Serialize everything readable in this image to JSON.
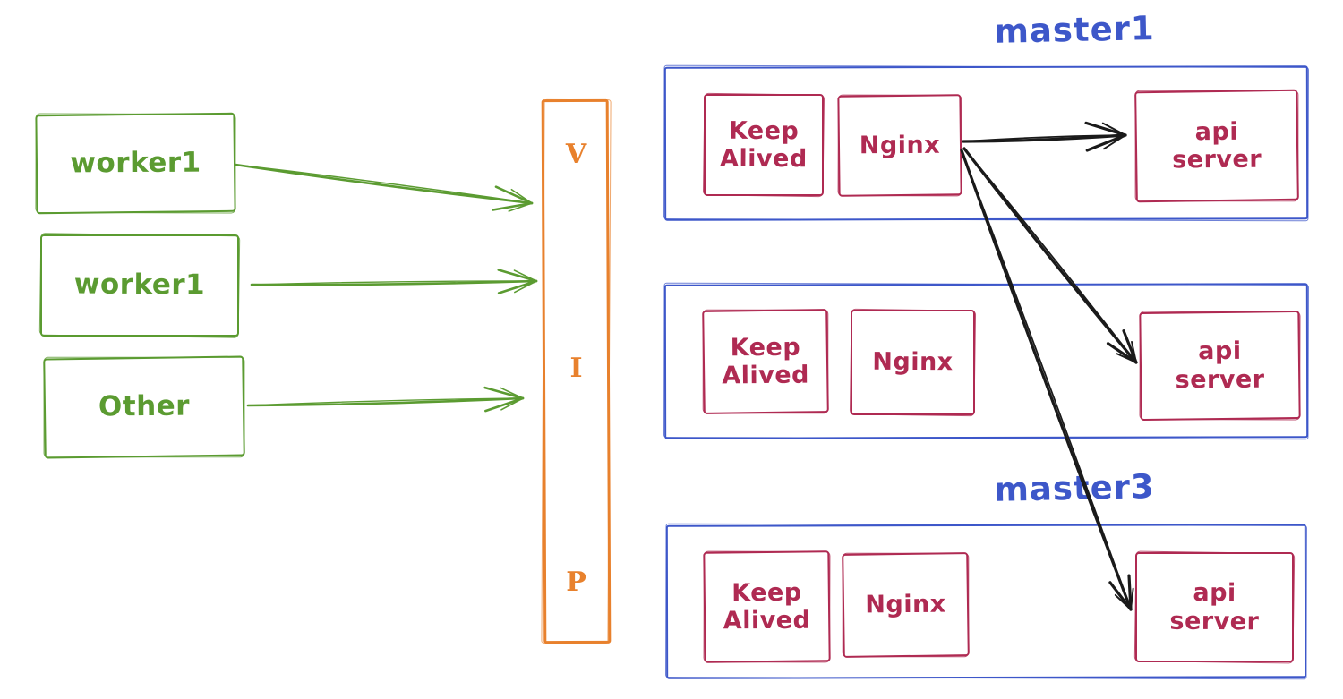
{
  "diagram": {
    "workers": [
      {
        "id": "worker1-a",
        "label": "worker1"
      },
      {
        "id": "worker1-b",
        "label": "worker1"
      },
      {
        "id": "other",
        "label": "Other"
      }
    ],
    "vip": {
      "letters": [
        "V",
        "I",
        "P"
      ]
    },
    "clusters": [
      {
        "id": "master1",
        "title": "master1",
        "nodes": [
          {
            "id": "keepalived-1",
            "label": "Keep\nAlived"
          },
          {
            "id": "nginx-1",
            "label": "Nginx"
          },
          {
            "id": "apiserver-1",
            "label": "api\nserver"
          }
        ]
      },
      {
        "id": "cluster-2",
        "title": "",
        "nodes": [
          {
            "id": "keepalived-2",
            "label": "Keep\nAlived"
          },
          {
            "id": "nginx-2",
            "label": "Nginx"
          },
          {
            "id": "apiserver-2",
            "label": "api\nserver"
          }
        ]
      },
      {
        "id": "master3",
        "title": "master3",
        "nodes": [
          {
            "id": "keepalived-3",
            "label": "Keep\nAlived"
          },
          {
            "id": "nginx-3",
            "label": "Nginx"
          },
          {
            "id": "apiserver-3",
            "label": "api\nserver"
          }
        ]
      }
    ],
    "edges": [
      {
        "from": "worker1-a",
        "to": "vip"
      },
      {
        "from": "worker1-b",
        "to": "vip"
      },
      {
        "from": "other",
        "to": "vip"
      },
      {
        "from": "nginx-1",
        "to": "apiserver-1"
      },
      {
        "from": "nginx-1",
        "to": "apiserver-2"
      },
      {
        "from": "nginx-1",
        "to": "apiserver-3"
      }
    ],
    "colors": {
      "green": "#5b9b31",
      "orange": "#e8812d",
      "blue": "#3d57c9",
      "crimson": "#af2a52",
      "black": "#1a1a1a"
    }
  }
}
